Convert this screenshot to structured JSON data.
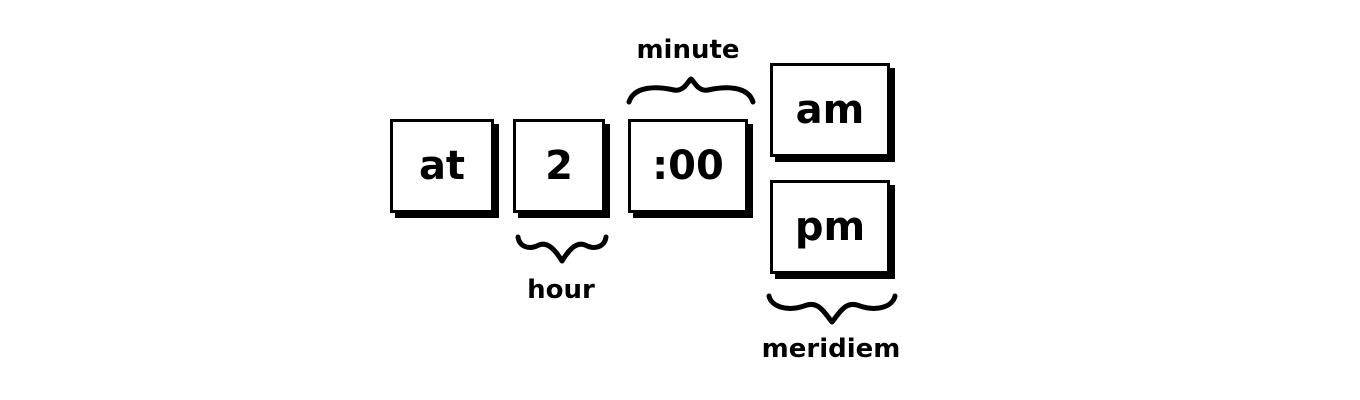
{
  "fields": {
    "at": "at",
    "hour": "2",
    "minute": ":00",
    "am": "am",
    "pm": "pm"
  },
  "labels": {
    "minute": "minute",
    "hour": "hour",
    "meridiem": "meridiem"
  },
  "colors": {
    "ink": "#000000",
    "background": "#ffffff"
  }
}
